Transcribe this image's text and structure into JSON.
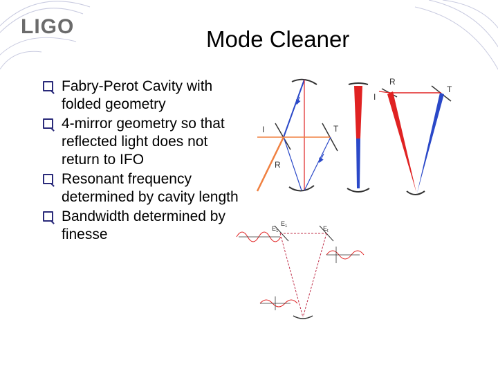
{
  "logo": {
    "text": "LIGO"
  },
  "title": "Mode Cleaner",
  "bullets": [
    "Fabry-Perot Cavity with folded geometry",
    "4-mirror geometry so that reflected light does not return to IFO",
    "Resonant frequency determined by cavity length",
    "Bandwidth determined by finesse"
  ],
  "diagram_labels": {
    "left_I": "I",
    "left_T": "T",
    "left_R": "R",
    "mid_R": "R",
    "mid_I": "I",
    "mid_T": "T",
    "e1": "E",
    "e1_sub": "1",
    "e2": "E",
    "e2_sub": "1",
    "et": "E",
    "et_sub": "t"
  },
  "colors": {
    "blue": "#2a48c8",
    "red": "#e02222",
    "orange": "#f08040",
    "swirl": "#c9cbe0"
  }
}
